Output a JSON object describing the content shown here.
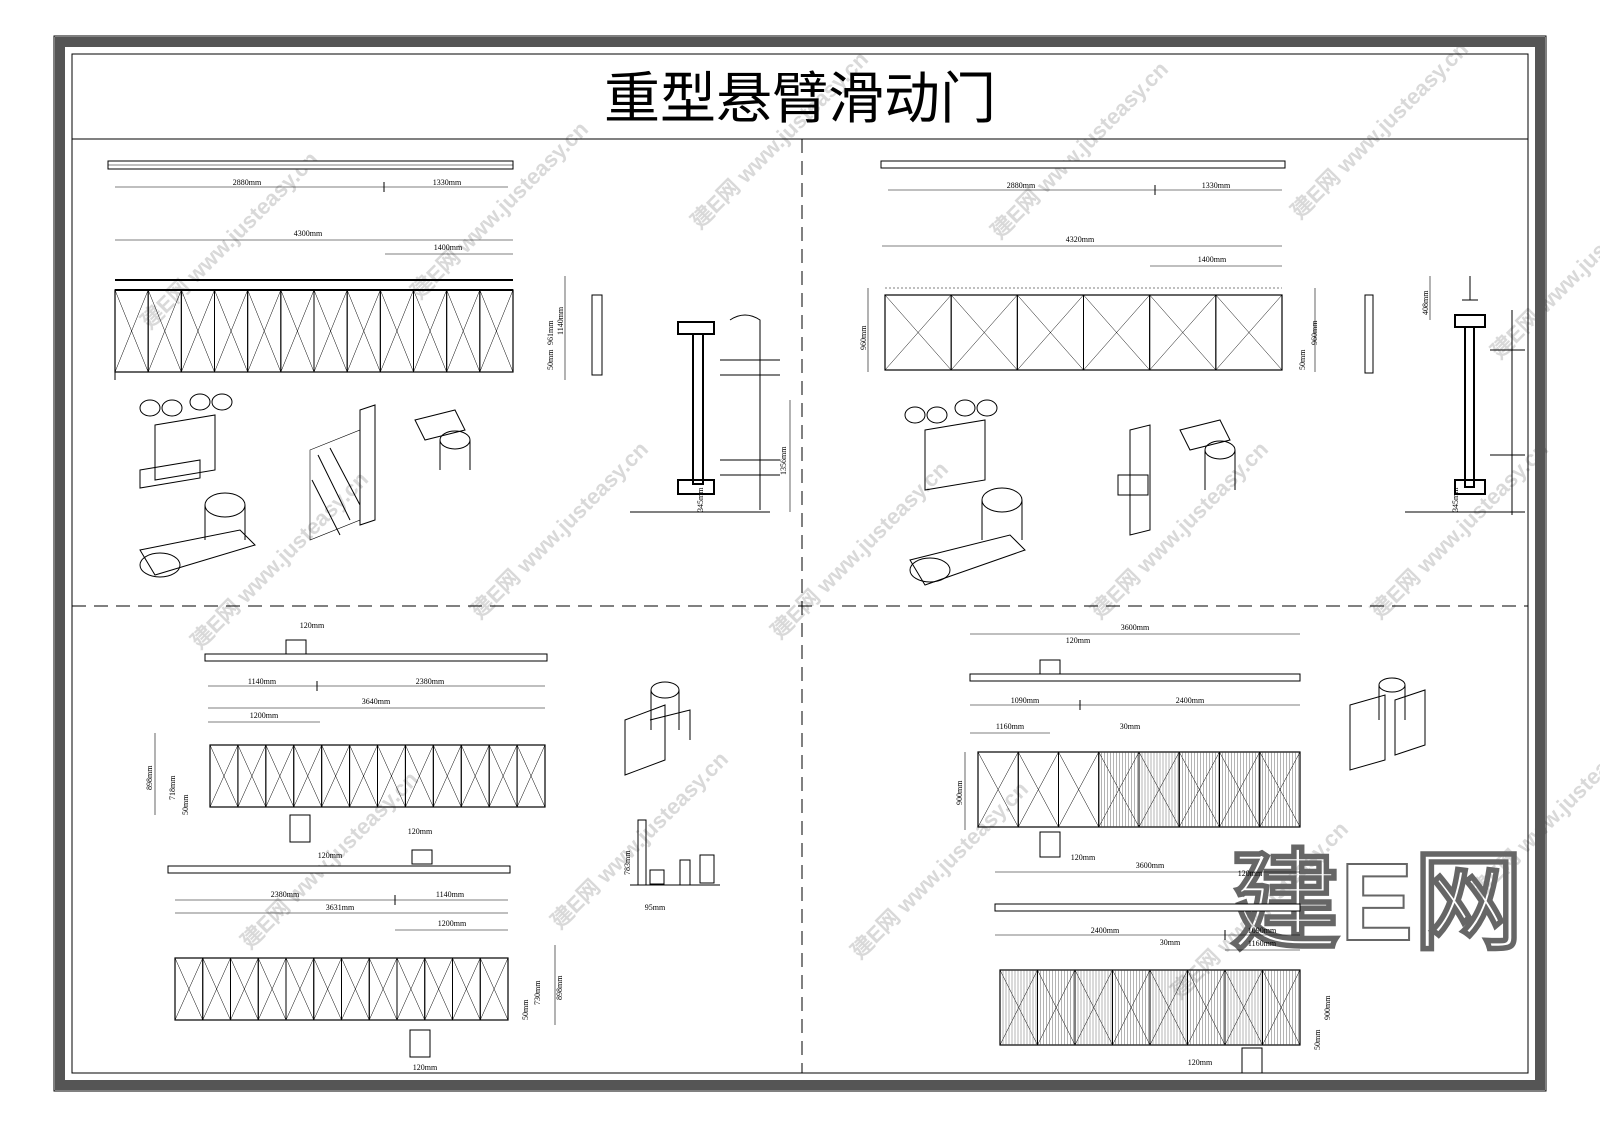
{
  "title": "重型悬臂滑动门",
  "watermark": {
    "site": "www.justeasy.cn",
    "brand": "建E网"
  },
  "panels": {
    "top_left": {
      "track_dims": [
        "2880mm",
        "1330mm"
      ],
      "overall": "4300mm",
      "tail": "1400mm",
      "height_dims": [
        "50mm",
        "961mm",
        "1140mm"
      ],
      "section_dims": [
        "345mm",
        "1356mm"
      ]
    },
    "top_right": {
      "track_dims": [
        "2880mm",
        "1330mm"
      ],
      "overall": "4320mm",
      "tail": "1400mm",
      "height_dims": [
        "960mm",
        "50mm",
        "960mm"
      ],
      "section_dims": [
        "408mm",
        "345mm"
      ]
    },
    "bottom_left": {
      "post_a": "120mm",
      "track_a": [
        "1140mm",
        "2380mm"
      ],
      "overall_a": "3640mm",
      "tail_a": "1200mm",
      "height_a": [
        "898mm",
        "718mm",
        "50mm"
      ],
      "post_b": [
        "120mm",
        "120mm"
      ],
      "track_b": [
        "2380mm",
        "1140mm"
      ],
      "overall_b": "3631mm",
      "tail_b": "1200mm",
      "height_b": [
        "50mm",
        "730mm",
        "898mm"
      ],
      "post_c": "120mm",
      "detail": [
        "783mm",
        "95mm"
      ]
    },
    "bottom_right": {
      "overall_a": "3600mm",
      "post_a": "120mm",
      "track_a": [
        "1090mm",
        "2400mm"
      ],
      "tail_a": "1160mm",
      "gap_a": "30mm",
      "height_a": "900mm",
      "post_b": "120mm",
      "overall_b": "3600mm",
      "post_c": "120mm",
      "track_b": [
        "2400mm",
        "1090mm"
      ],
      "gap_b": "30mm",
      "tail_b": "1160mm",
      "height_b": [
        "50mm",
        "900mm"
      ],
      "post_d": "120mm"
    }
  }
}
